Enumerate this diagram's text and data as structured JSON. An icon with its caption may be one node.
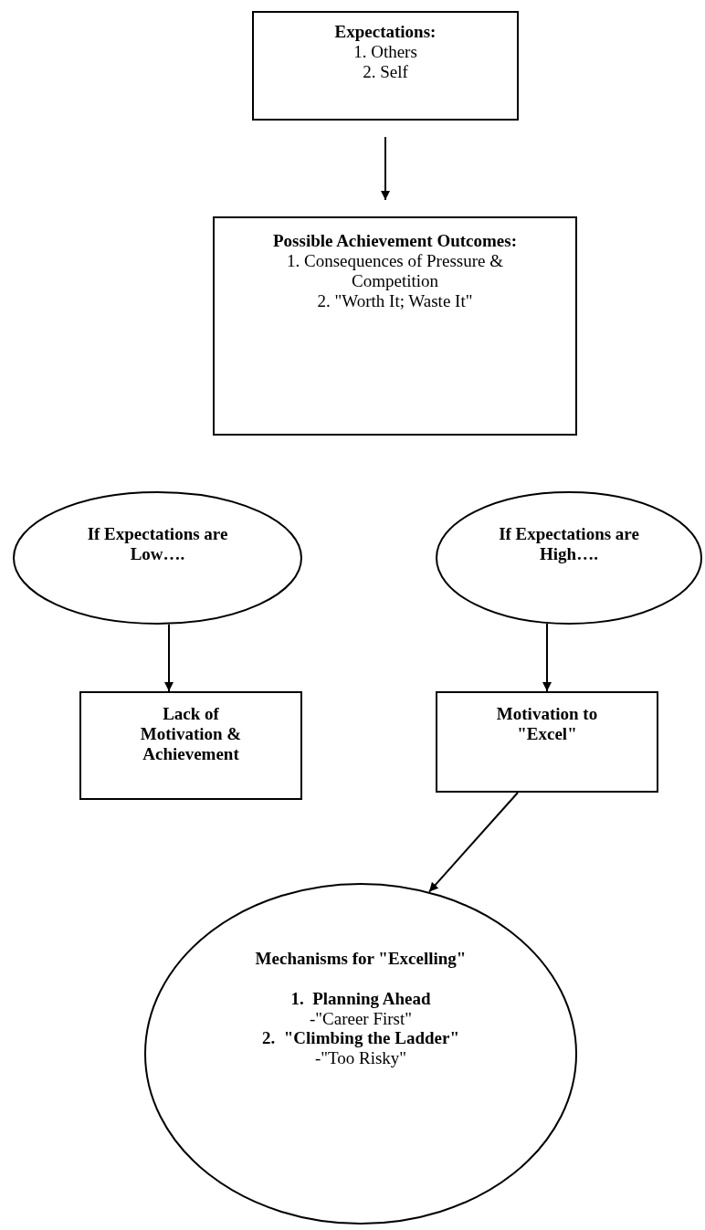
{
  "diagram": {
    "nodes": [
      {
        "text": [
          "Expectations:",
          "1. Others",
          "2. Self"
        ]
      },
      {
        "text": [
          "Possible Achievement Outcomes:",
          "1. Consequences of Pressure & Competition",
          "2. \"Worth It; Waste It\""
        ]
      },
      {
        "text": [
          "If Expectations are Low…."
        ]
      },
      {
        "text": [
          "If Expectations are High…."
        ]
      },
      {
        "text": [
          "Lack of Motivation & Achievement"
        ]
      },
      {
        "text": [
          "Motivation to \"Excel\""
        ]
      },
      {
        "text": [
          "Mechanisms for \"Excelling\"",
          "1.  Planning Ahead",
          "-\"Career First\"",
          "2.  \"Climbing the Ladder\"",
          "-\"Too Risky\""
        ]
      }
    ],
    "edges": [
      {
        "from": 0,
        "to": 1,
        "arrow": "to"
      },
      {
        "from": 2,
        "to": 4,
        "arrow": "to"
      },
      {
        "from": 3,
        "to": 5,
        "arrow": "to"
      },
      {
        "from": 5,
        "to": 6,
        "arrow": "to"
      }
    ]
  }
}
